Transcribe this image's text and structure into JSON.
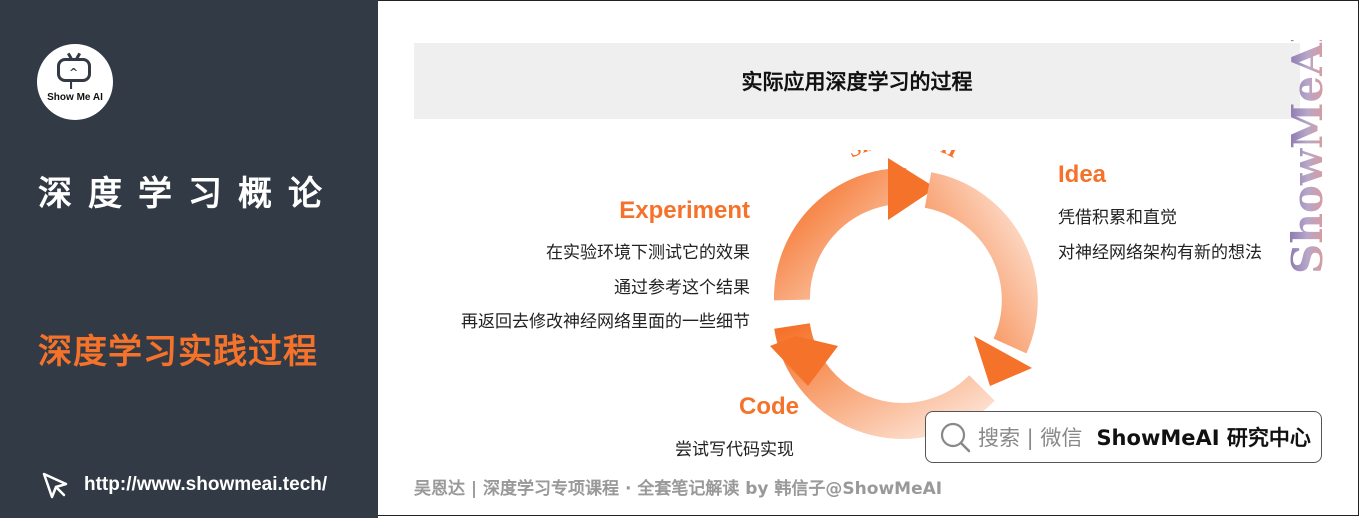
{
  "sidebar": {
    "logo_text": "Show Me AI",
    "course_title": "深度学习概论",
    "section_title": "深度学习实践过程",
    "url": "http://www.showmeai.tech/"
  },
  "main": {
    "title": "实际应用深度学习的过程",
    "watermark": "ShowMeAI",
    "cycle": {
      "arc_text": "ShowMeAI",
      "idea": {
        "heading": "Idea",
        "lines": [
          "凭借积累和直觉",
          "对神经网络架构有新的想法"
        ]
      },
      "experiment": {
        "heading": "Experiment",
        "lines": [
          "在实验环境下测试它的效果",
          "通过参考这个结果",
          "再返回去修改神经网络里面的一些细节"
        ]
      },
      "code": {
        "heading": "Code",
        "lines": [
          "尝试写代码实现"
        ]
      }
    },
    "search": {
      "label": "搜索 | 微信",
      "brand": "ShowMeAI 研究中心"
    },
    "footer": "吴恩达 | 深度学习专项课程 · 全套笔记解读  by 韩信子@ShowMeAI"
  },
  "colors": {
    "accent": "#f5722a",
    "sidebar_bg": "#323a45",
    "title_bar_bg": "#efefef"
  },
  "icons": [
    "robot-logo-icon",
    "cursor-click-icon",
    "search-icon",
    "cycle-arrow-icon"
  ]
}
